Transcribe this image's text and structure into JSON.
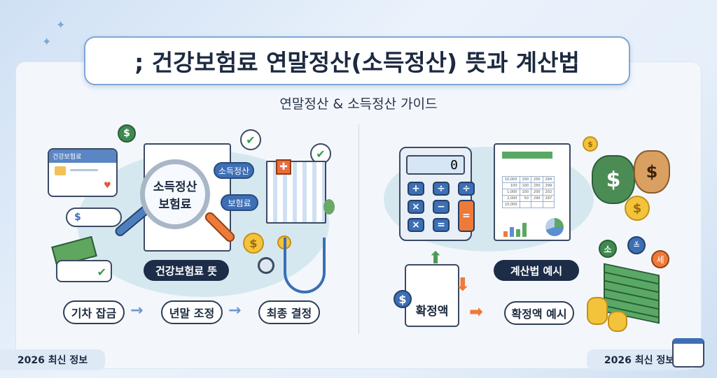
{
  "title": "; 건강보험료 연말정산(소득정산) 뜻과 계산법",
  "subtitle": "연말정산 & 소득정산 가이드",
  "left": {
    "card_label": "건강보험료",
    "magnifier_text": [
      "소득정산",
      "보험료"
    ],
    "bubbles": [
      "소득정산",
      "보험료"
    ],
    "dark_label": "건강보험료 뜻",
    "steps": [
      "기차 잡금",
      "년말 조정",
      "최종 결정"
    ],
    "badge": "2026 최신 정보"
  },
  "right": {
    "calculator": {
      "display": "0",
      "keys": [
        "+",
        "÷",
        "÷",
        "×",
        "−",
        "=",
        "×",
        "="
      ]
    },
    "spreadsheet": [
      [
        "10,000",
        "100",
        "250",
        "294"
      ],
      [
        "100",
        "100",
        "250",
        "299"
      ],
      [
        "1,000",
        "100",
        "200",
        "202"
      ],
      [
        "2,000",
        "50",
        "290",
        "297"
      ],
      [
        "10,000",
        "",
        "",
        ""
      ]
    ],
    "dark_label": "계산법 예시",
    "scroll_label": "확정액",
    "pill_label": "확정액 예시",
    "tax_bubbles": [
      "소",
      "≚",
      "세"
    ],
    "badge": "2026 최신 정보"
  },
  "icons": {
    "currency": "$",
    "check": "✔",
    "plus": "✚"
  },
  "colors": {
    "accent": "#3d6fb5",
    "dark": "#1d2d48",
    "green": "#3f8a4f",
    "orange": "#ee7a3a",
    "gold": "#f3c43b"
  }
}
